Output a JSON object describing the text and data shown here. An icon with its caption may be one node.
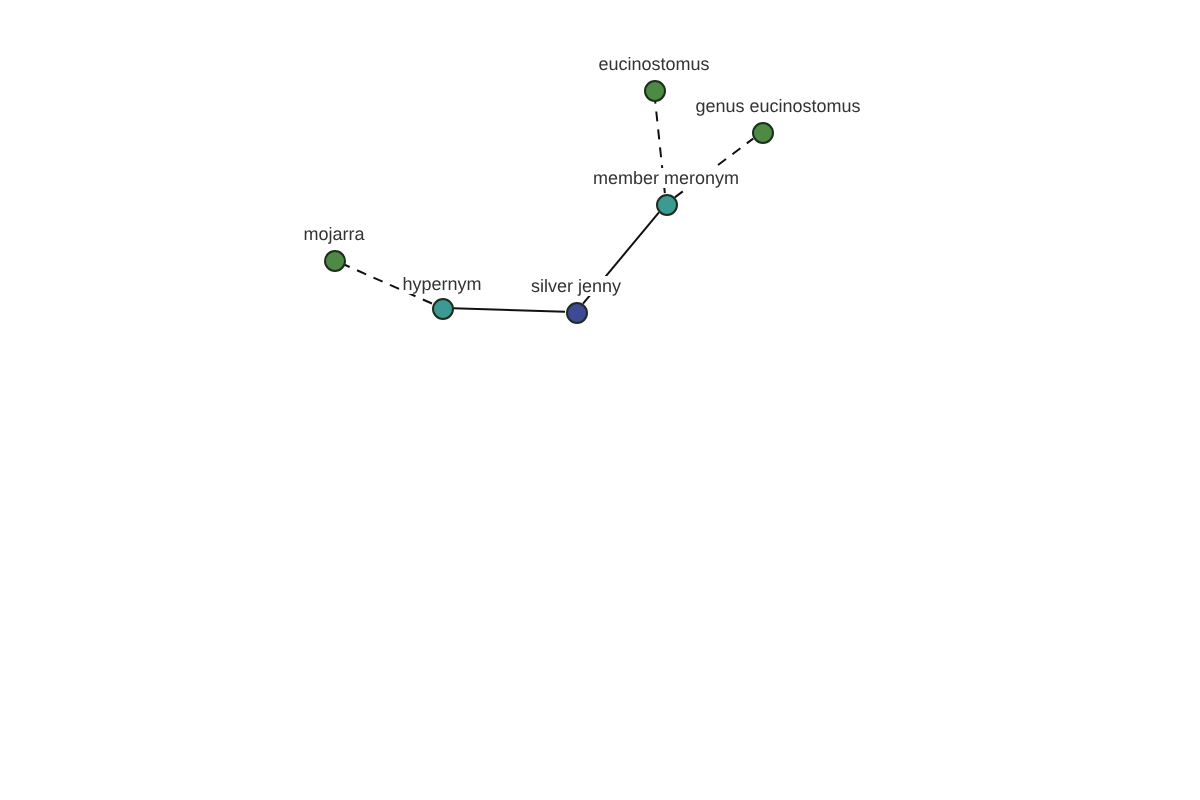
{
  "diagram": {
    "nodes": [
      {
        "text": [
          "eucinostomus"
        ]
      },
      {
        "text": [
          "genus eucinostomus"
        ]
      },
      {
        "text": [
          "member meronym"
        ]
      },
      {
        "text": [
          "mojarra"
        ]
      },
      {
        "text": [
          "hypernym"
        ]
      },
      {
        "text": [
          "silver jenny"
        ]
      }
    ],
    "edges": [
      {
        "from": 5,
        "to": 4,
        "arrow": "none"
      },
      {
        "from": 4,
        "to": 3,
        "arrow": "none",
        "style": "dashed"
      },
      {
        "from": 5,
        "to": 2,
        "arrow": "none"
      },
      {
        "from": 2,
        "to": 0,
        "arrow": "none",
        "style": "dashed"
      },
      {
        "from": 2,
        "to": 1,
        "arrow": "none",
        "style": "dashed"
      }
    ]
  }
}
